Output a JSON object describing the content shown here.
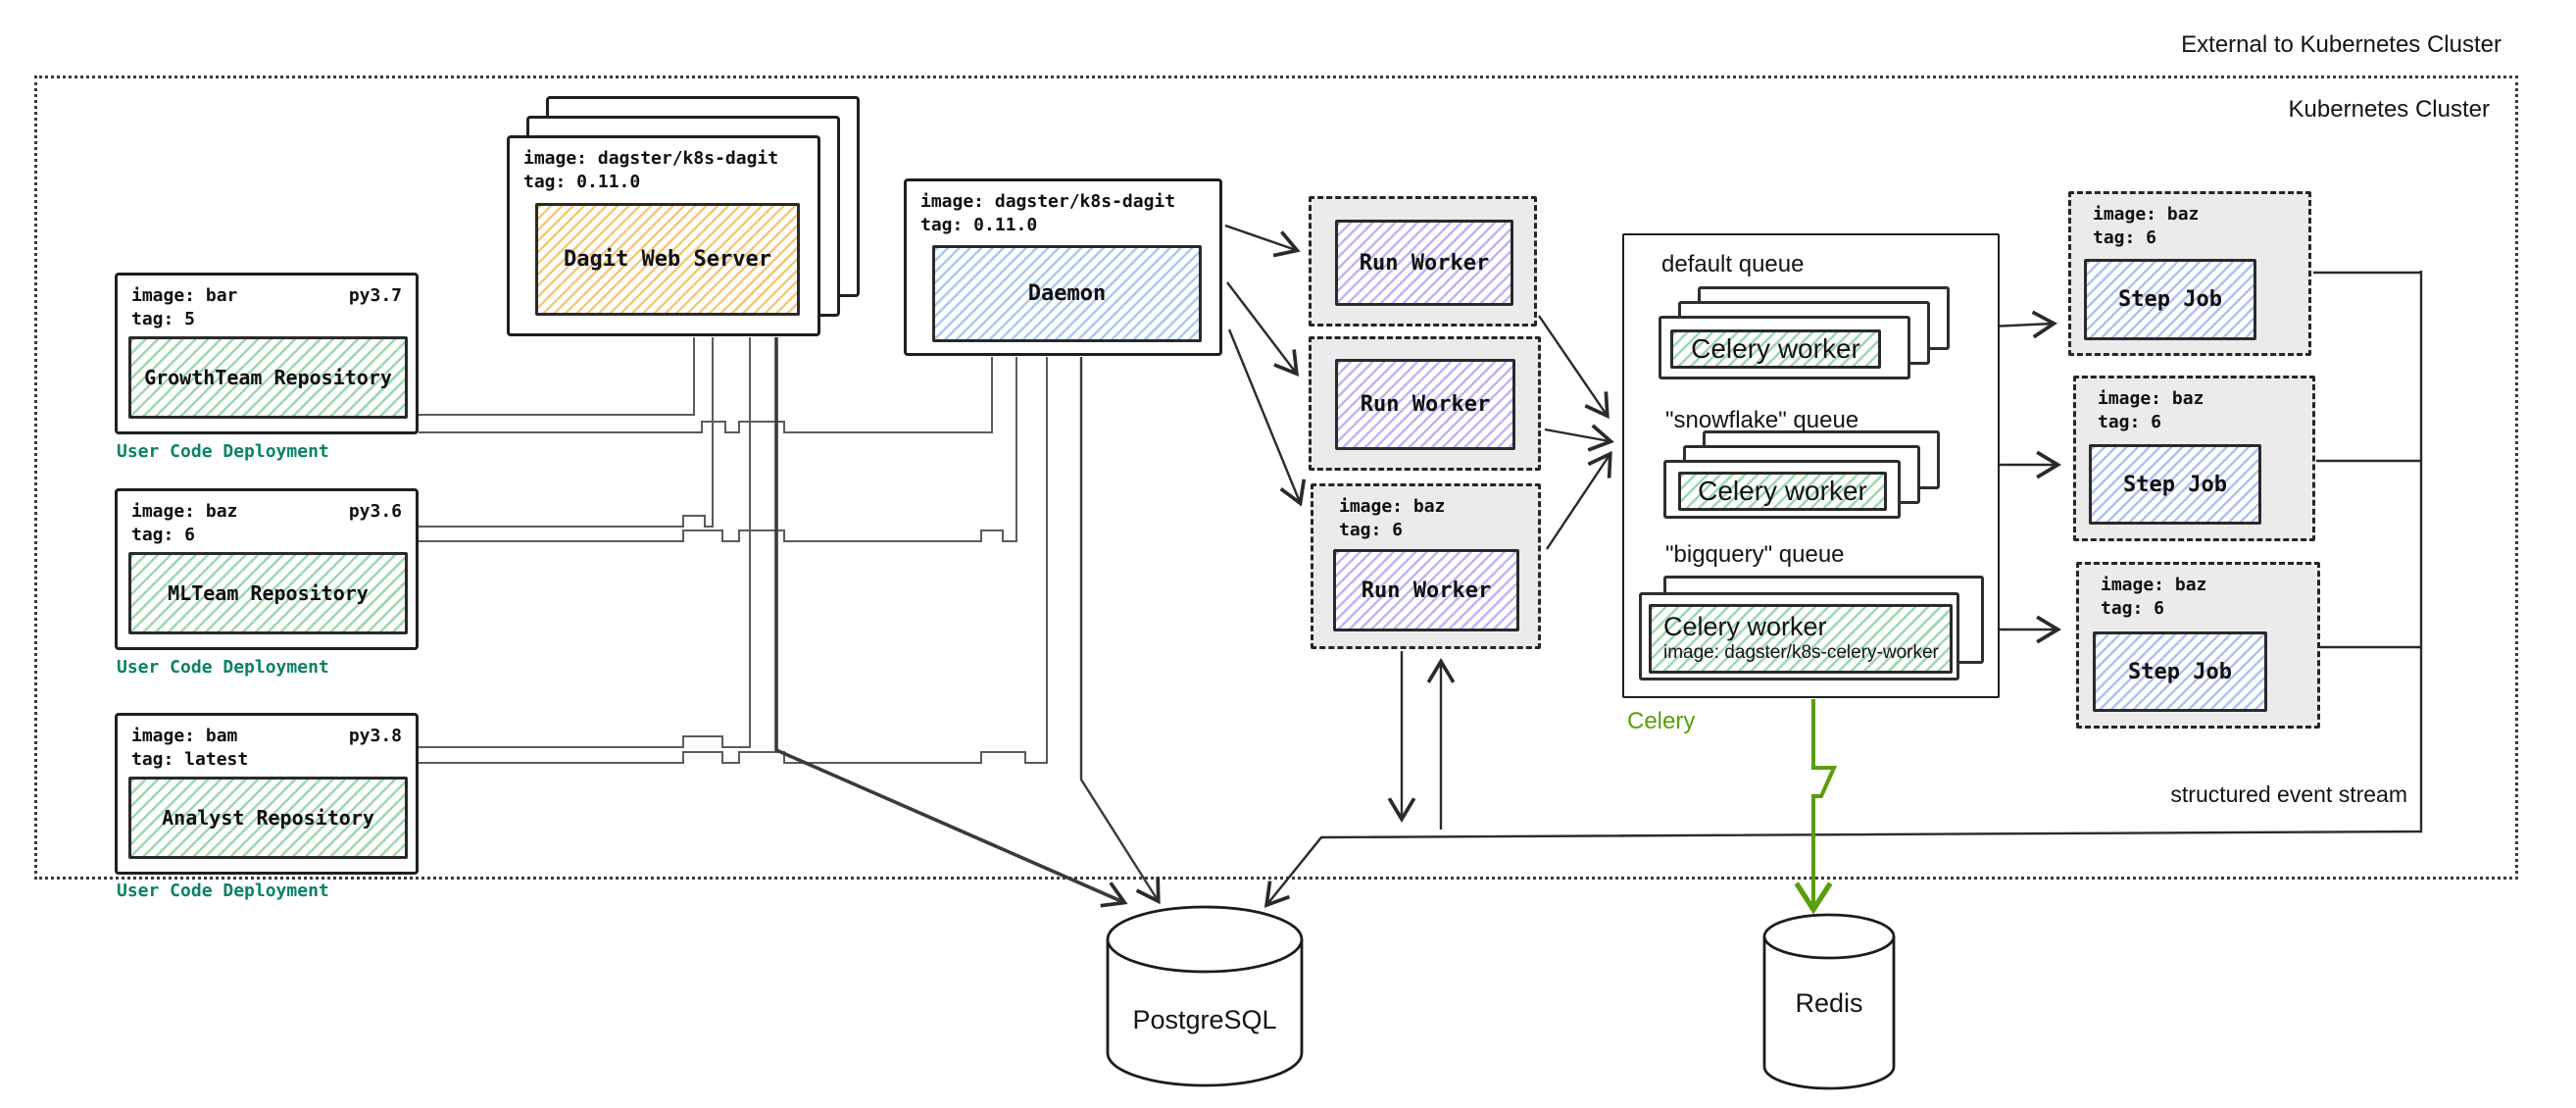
{
  "boundary": {
    "external_label": "External to Kubernetes Cluster",
    "cluster_label": "Kubernetes Cluster"
  },
  "deployments": [
    {
      "image": "image: bar",
      "py": "py3.7",
      "tag": "tag: 5",
      "repo": "GrowthTeam Repository",
      "caption": "User Code Deployment"
    },
    {
      "image": "image: baz",
      "py": "py3.6",
      "tag": "tag: 6",
      "repo": "MLTeam Repository",
      "caption": "User Code Deployment"
    },
    {
      "image": "image: bam",
      "py": "py3.8",
      "tag": "tag: latest",
      "repo": "Analyst Repository",
      "caption": "User Code Deployment"
    }
  ],
  "dagit": {
    "image": "image: dagster/k8s-dagit",
    "tag": "tag: 0.11.0",
    "label": "Dagit Web Server"
  },
  "daemon": {
    "image": "image: dagster/k8s-dagit",
    "tag": "tag: 0.11.0",
    "label": "Daemon"
  },
  "run_workers": [
    {
      "label": "Run Worker"
    },
    {
      "label": "Run Worker"
    },
    {
      "label": "Run Worker",
      "image": "image: baz",
      "tag": "tag: 6"
    }
  ],
  "celery": {
    "label": "Celery",
    "queues": [
      {
        "title": "default queue",
        "worker": "Celery worker"
      },
      {
        "title": "\"snowflake\" queue",
        "worker": "Celery worker"
      },
      {
        "title": "\"bigquery\" queue",
        "worker": "Celery worker",
        "worker_image": "image: dagster/k8s-celery-worker"
      }
    ]
  },
  "step_jobs": [
    {
      "image": "image: baz",
      "tag": "tag: 6",
      "label": "Step Job"
    },
    {
      "image": "image: baz",
      "tag": "tag: 6",
      "label": "Step Job"
    },
    {
      "image": "image: baz",
      "tag": "tag: 6",
      "label": "Step Job"
    }
  ],
  "datastores": {
    "postgres": "PostgreSQL",
    "redis": "Redis"
  },
  "annotations": {
    "event_stream": "structured event stream"
  },
  "colors": {
    "celery_green": "#5a9e0c",
    "user_code_teal": "#0a8264",
    "hatch_green": "#6ac480",
    "hatch_orange": "#f0b54d",
    "hatch_blue": "#8cb9e8",
    "hatch_purple": "#a694f0",
    "hatch_step_blue": "#93aeea",
    "wire_gray": "#5b5b5b",
    "arrow_dark": "#2a2a2a"
  }
}
